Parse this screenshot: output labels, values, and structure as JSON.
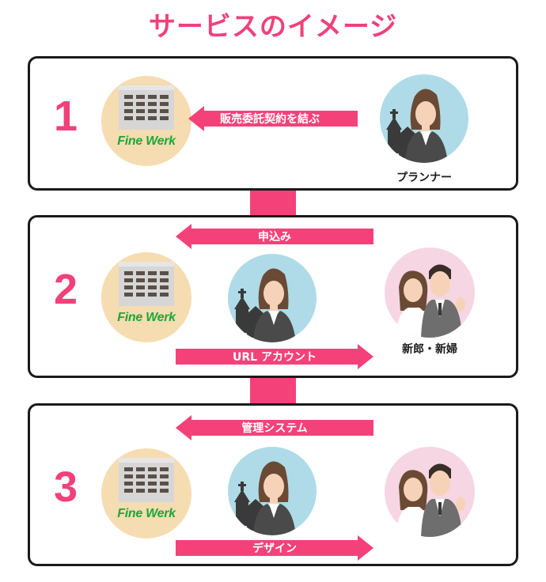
{
  "title": "サービスのイメージ",
  "colors": {
    "accent": "#f0417a",
    "arrow": "#f5417a",
    "logo_green": "#1aa83a"
  },
  "logo_text": "Fine Werk",
  "steps": [
    {
      "number": "1",
      "arrows": [
        {
          "label": "販売委託契約を結ぶ",
          "direction": "left"
        }
      ],
      "caption": "プランナー"
    },
    {
      "number": "2",
      "arrows": [
        {
          "label": "申込み",
          "direction": "left"
        },
        {
          "label": "URL アカウント",
          "direction": "right"
        }
      ],
      "caption": "新郎・新婦"
    },
    {
      "number": "3",
      "arrows": [
        {
          "label": "管理システム",
          "direction": "left"
        },
        {
          "label": "デザイン",
          "direction": "right"
        }
      ]
    }
  ],
  "icons": [
    "finewerk-building-icon",
    "planner-with-chapel-icon",
    "bride-groom-icon"
  ]
}
